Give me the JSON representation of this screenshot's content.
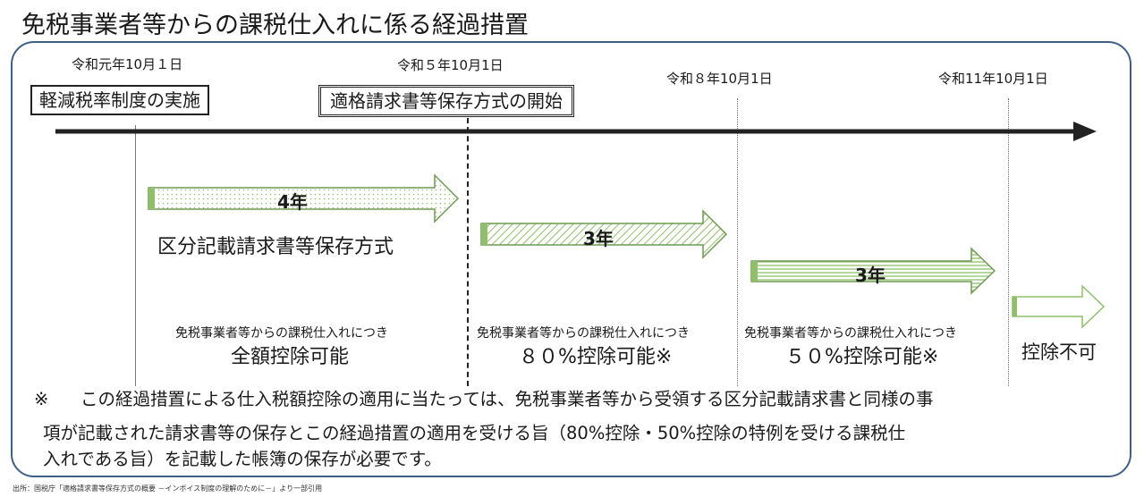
{
  "title": "免税事業者等からの課税仕入れに係る経過措置",
  "timeline": {
    "dates": [
      "令和元年10月１日",
      "令和５年10月1日",
      "令和８年10月1日",
      "令和11年10月1日"
    ],
    "boxes": [
      "軽減税率制度の実施",
      "適格請求書等保存方式の開始"
    ]
  },
  "periods": [
    {
      "years": "4年",
      "label": "区分記載請求書等保存方式",
      "sub": "免税事業者等からの課税仕入れにつき",
      "main": "全額控除可能"
    },
    {
      "years": "3年",
      "sub": "免税事業者等からの課税仕入れにつき",
      "main": "８０%控除可能※"
    },
    {
      "years": "3年",
      "sub": "免税事業者等からの課税仕入れにつき",
      "main": "５０%控除可能※"
    },
    {
      "main": "控除不可"
    }
  ],
  "note": {
    "mark": "※",
    "line1": "この経過措置による仕入税額控除の適用に当たっては、免税事業者等から受領する区分記載請求書と同様の事",
    "line2": "項が記載された請求書等の保存とこの経過措置の適用を受ける旨（80%控除・50%控除の特例を受ける課税仕",
    "line3": "入れである旨）を記載した帳簿の保存が必要です。"
  },
  "source": "出所：国税庁「適格請求書等保存方式の概要 －インボイス制度の理解のために－」より一部引用"
}
